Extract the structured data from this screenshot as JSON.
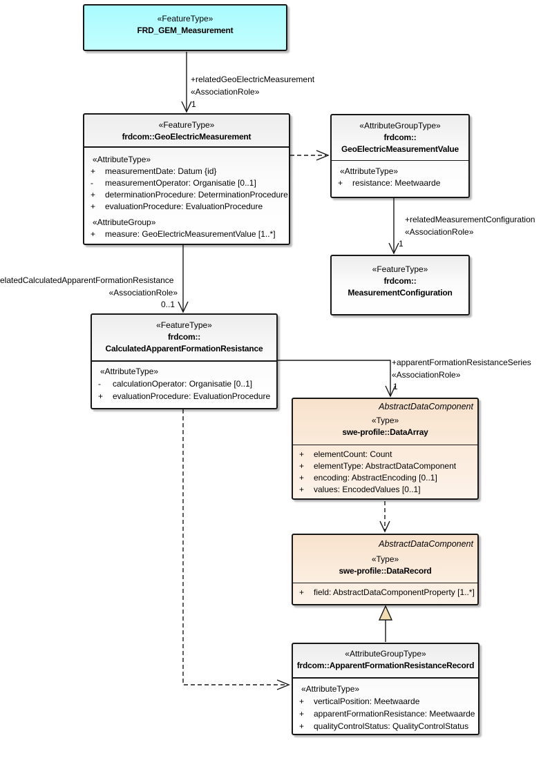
{
  "colors": {
    "feature_type_fill": "#a9fbff",
    "class_fill": "#f2f2f2",
    "swe_fill": "#f8e2cc",
    "border": "#161616",
    "generalization_arrow_fill": "#f2ddb0"
  },
  "boxes": {
    "frdGemMeasurement": {
      "stereotype": "«FeatureType»",
      "name": "FRD_GEM_Measurement"
    },
    "geoElectricMeasurement": {
      "stereotype": "«FeatureType»",
      "name": "frdcom::GeoElectricMeasurement",
      "sections": [
        {
          "heading": "«AttributeType»",
          "rows": [
            {
              "vis": "+",
              "text": "measurementDate: Datum {id}"
            },
            {
              "vis": "-",
              "text": "measurementOperator: Organisatie [0..1]"
            },
            {
              "vis": "+",
              "text": "determinationProcedure: DeterminationProcedure"
            },
            {
              "vis": "+",
              "text": "evaluationProcedure: EvaluationProcedure"
            }
          ]
        },
        {
          "heading": "«AttributeGroup»",
          "rows": [
            {
              "vis": "+",
              "text": "measure: GeoElectricMeasurementValue [1..*]"
            }
          ]
        }
      ]
    },
    "geoElectricMeasurementValue": {
      "stereotype": "«AttributeGroupType»",
      "name_line1": "frdcom::",
      "name_line2": "GeoElectricMeasurementValue",
      "sections": [
        {
          "heading": "«AttributeType»",
          "rows": [
            {
              "vis": "+",
              "text": "resistance: Meetwaarde"
            }
          ]
        }
      ]
    },
    "measurementConfiguration": {
      "stereotype": "«FeatureType»",
      "name_line1": "frdcom::",
      "name_line2": "MeasurementConfiguration"
    },
    "calculatedApparentFormationResistance": {
      "stereotype": "«FeatureType»",
      "name_line1": "frdcom::",
      "name_line2": "CalculatedApparentFormationResistance",
      "sections": [
        {
          "heading": "«AttributeType»",
          "rows": [
            {
              "vis": "-",
              "text": "calculationOperator: Organisatie [0..1]"
            },
            {
              "vis": "+",
              "text": "evaluationProcedure: EvaluationProcedure"
            }
          ]
        }
      ]
    },
    "dataArray": {
      "parent": "AbstractDataComponent",
      "stereotype": "«Type»",
      "name": "swe-profile::DataArray",
      "rows": [
        {
          "vis": "+",
          "text": "elementCount: Count"
        },
        {
          "vis": "+",
          "text": "elementType: AbstractDataComponent"
        },
        {
          "vis": "+",
          "text": "encoding: AbstractEncoding [0..1]"
        },
        {
          "vis": "+",
          "text": "values: EncodedValues [0..1]"
        }
      ]
    },
    "dataRecord": {
      "parent": "AbstractDataComponent",
      "stereotype": "«Type»",
      "name": "swe-profile::DataRecord",
      "rows": [
        {
          "vis": "+",
          "text": "field: AbstractDataComponentProperty [1..*]"
        }
      ]
    },
    "apparentFormationResistanceRecord": {
      "stereotype": "«AttributeGroupType»",
      "name": "frdcom::ApparentFormationResistanceRecord",
      "sections": [
        {
          "heading": "«AttributeType»",
          "rows": [
            {
              "vis": "+",
              "text": "verticalPosition: Meetwaarde"
            },
            {
              "vis": "+",
              "text": "apparentFormationResistance: Meetwaarde"
            },
            {
              "vis": "+",
              "text": "qualityControlStatus: QualityControlStatus"
            }
          ]
        }
      ]
    }
  },
  "edges": {
    "relatedGeoElectricMeasurement": {
      "role": "+relatedGeoElectricMeasurement",
      "stereotype": "«AssociationRole»",
      "multiplicity": "1"
    },
    "relatedCalculatedApparentFormationResistance": {
      "role": "elatedCalculatedApparentFormationResistance",
      "stereotype": "«AssociationRole»",
      "multiplicity": "0..1"
    },
    "relatedMeasurementConfiguration": {
      "role": "+relatedMeasurementConfiguration",
      "stereotype": "«AssociationRole»",
      "multiplicity": "1"
    },
    "apparentFormationResistanceSeries": {
      "role": "+apparentFormationResistanceSeries",
      "stereotype": "«AssociationRole»",
      "multiplicity": "1"
    }
  }
}
